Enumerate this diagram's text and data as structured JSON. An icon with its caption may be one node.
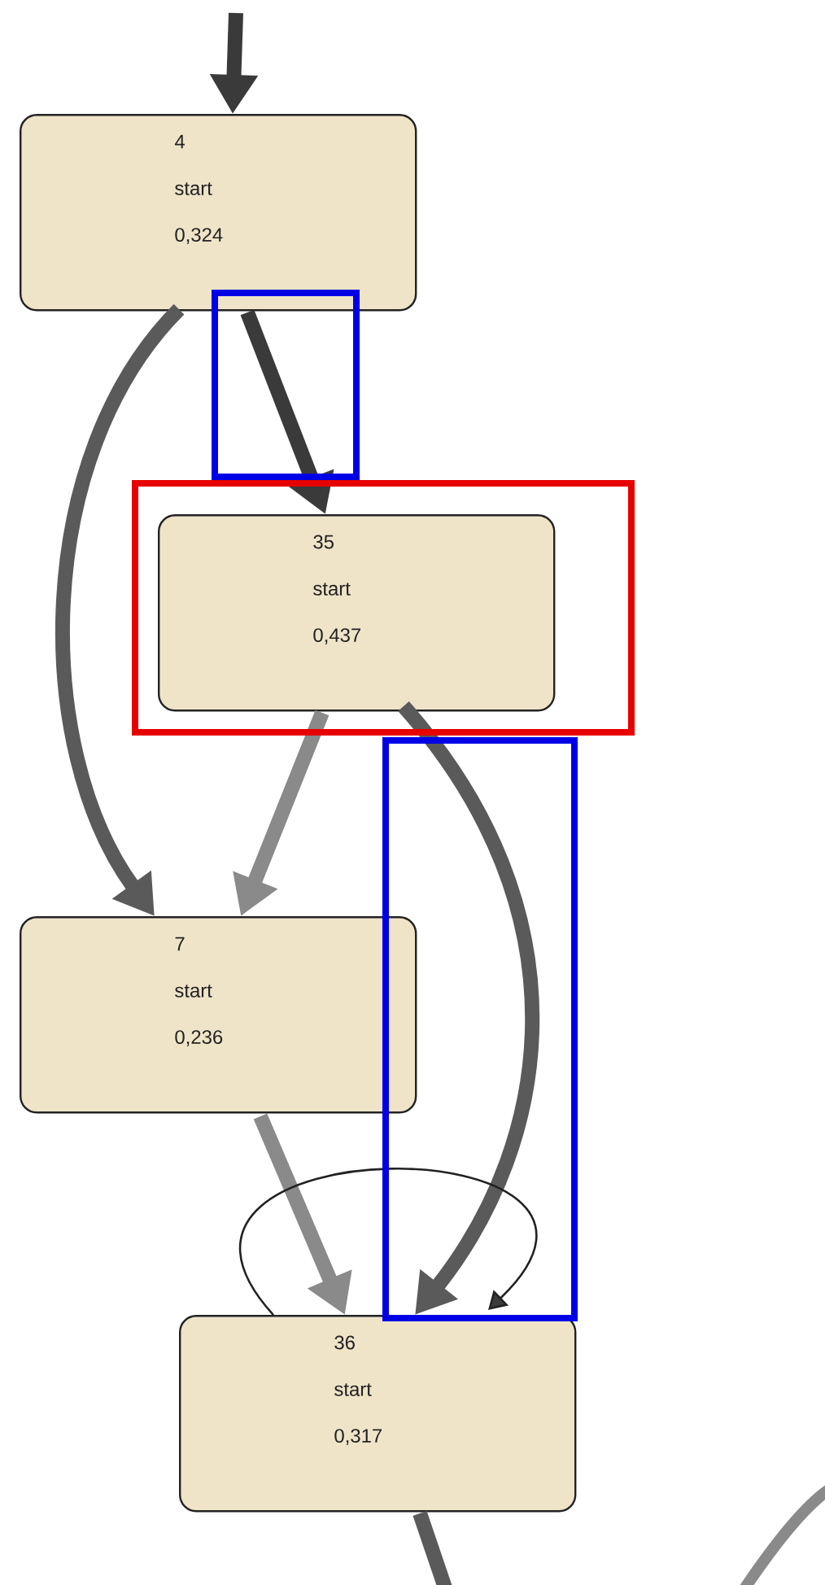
{
  "diagram": {
    "nodes": [
      {
        "text": [
          "4",
          "start",
          "0,324"
        ]
      },
      {
        "text": [
          "35",
          "start",
          "0,437"
        ]
      },
      {
        "text": [
          "7",
          "start",
          "0,236"
        ]
      },
      {
        "text": [
          "36",
          "start",
          "0,317"
        ]
      }
    ],
    "edges": [
      {
        "from": null,
        "to": 0,
        "arrow": "to",
        "color": "#3a3a3a"
      },
      {
        "from": 0,
        "to": 1,
        "arrow": "to",
        "color": "#3a3a3a"
      },
      {
        "from": 0,
        "to": 2,
        "arrow": "to"
      },
      {
        "from": 1,
        "to": 2,
        "arrow": "to",
        "color": "#8a8a8a"
      },
      {
        "from": 1,
        "to": 3,
        "arrow": "to"
      },
      {
        "from": 2,
        "to": 3,
        "arrow": "to",
        "color": "#8a8a8a"
      },
      {
        "from": 3,
        "to": 3,
        "arrow": "to",
        "color": "#3a3a3a"
      },
      {
        "from": 3,
        "to": null,
        "arrow": "none"
      }
    ]
  }
}
